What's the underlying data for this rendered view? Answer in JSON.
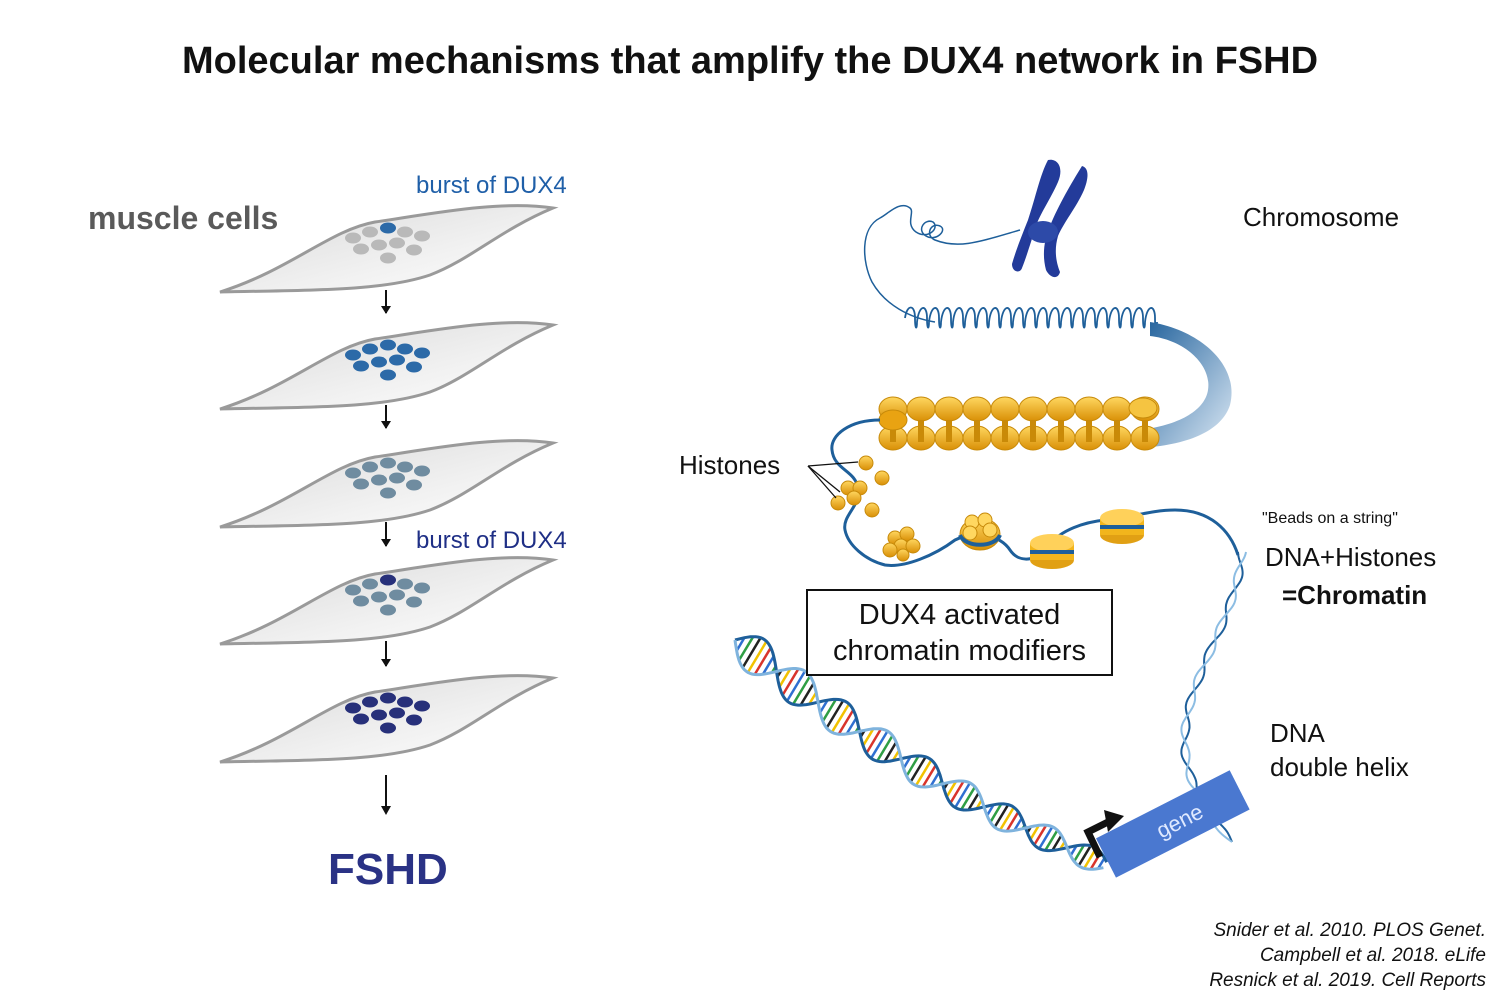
{
  "title": "Molecular mechanisms that amplify the DUX4 network in FSHD",
  "left_panel": {
    "muscle_cells_label": "muscle cells",
    "burst_label_1": "burst of DUX4",
    "burst_label_2": "burst of DUX4",
    "outcome_label": "FSHD",
    "colors": {
      "pale_gray": "#b9b9b9",
      "blue": "#2c6aa8",
      "gray_blue": "#6f8ca0",
      "dark_blue": "#27307a"
    }
  },
  "right_panel": {
    "chromosome_label": "Chromosome",
    "histones_label": "Histones",
    "beads_label": "\"Beads on a string\"",
    "chromatin_line1": "DNA+Histones",
    "chromatin_line2": "=Chromatin",
    "modifier_line1": "DUX4 activated",
    "modifier_line2": "chromatin modifiers",
    "dna_line1": "DNA",
    "dna_line2": "double helix",
    "gene_label": "gene",
    "colors": {
      "chromosome": "#233b9a",
      "fiber": "#1e5f9a",
      "histone": "#f2b51c",
      "gene_box": "#4a78d0"
    }
  },
  "references": [
    "Snider et al. 2010. PLOS Genet.",
    "Campbell et al. 2018. eLife",
    "Resnick et al. 2019. Cell Reports"
  ]
}
